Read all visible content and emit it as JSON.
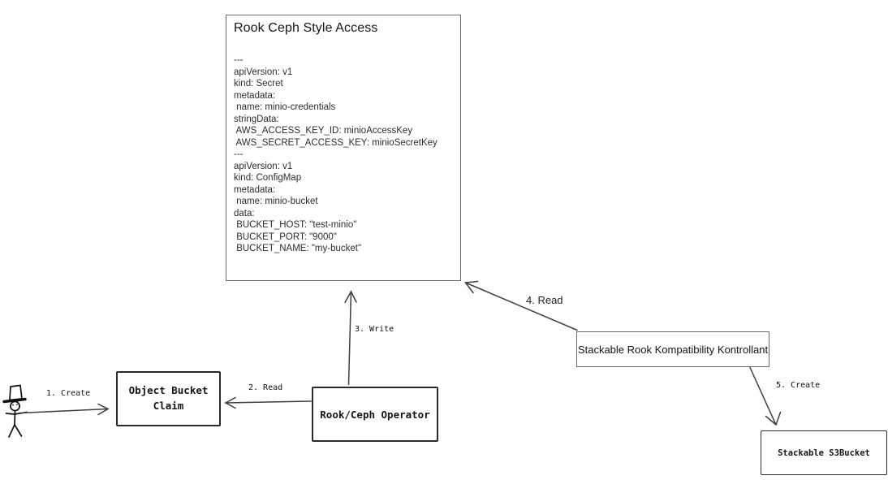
{
  "main_box": {
    "title": "Rook Ceph Style Access",
    "yaml_lines": [
      "---",
      "apiVersion: v1",
      "kind: Secret",
      "metadata:",
      " name: minio-credentials",
      "stringData:",
      " AWS_ACCESS_KEY_ID: minioAccessKey",
      " AWS_SECRET_ACCESS_KEY: minioSecretKey",
      "---",
      "apiVersion: v1",
      "kind: ConfigMap",
      "metadata:",
      " name: minio-bucket",
      "data:",
      " BUCKET_HOST: \"test-minio\"",
      " BUCKET_PORT: \"9000\"",
      " BUCKET_NAME: \"my-bucket\""
    ]
  },
  "nodes": {
    "object_bucket_claim": "Object Bucket\nClaim",
    "rook_ceph_operator": "Rook/Ceph Operator",
    "kontrollant": "Stackable Rook Kompatibility Kontrollant",
    "s3bucket": "Stackable S3Bucket"
  },
  "arrow_labels": {
    "step1": "1. Create",
    "step2": "2. Read",
    "step3": "3. Write",
    "step4": "4. Read",
    "step5": "5. Create"
  },
  "icons": {
    "actor": "stick-figure-with-top-hat"
  },
  "colors": {
    "clean_box_border": "#6b6b6b",
    "sketch_box_border": "#2a2a2a",
    "arrow": "#3f3f3f",
    "text": "#1f1f1f",
    "background": "#ffffff"
  }
}
